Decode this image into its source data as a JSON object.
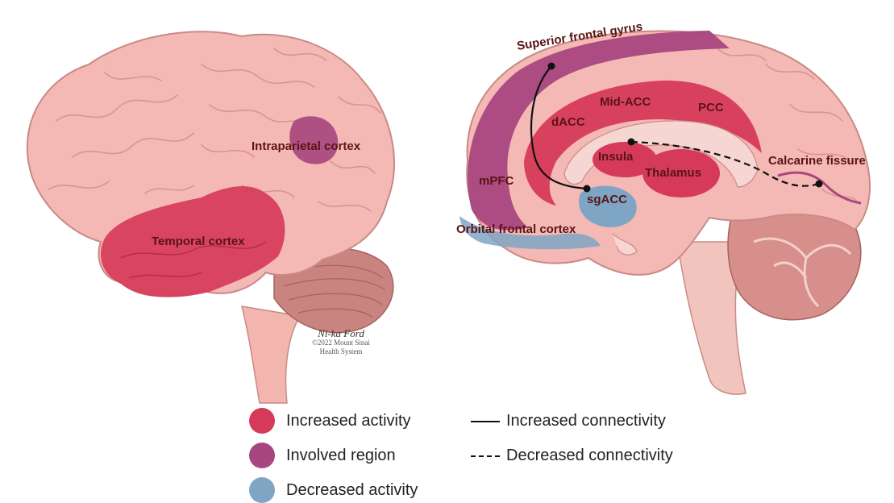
{
  "figure": {
    "left_labels": {
      "intraparietal": "Intraparietal cortex",
      "temporal": "Temporal cortex"
    },
    "right_labels": {
      "superior_frontal": "Superior frontal gyrus",
      "mid_acc": "Mid-ACC",
      "pcc": "PCC",
      "dacc": "dACC",
      "insula": "Insula",
      "thalamus": "Thalamus",
      "mpfc": "mPFC",
      "sgacc": "sgACC",
      "orbital_frontal": "Orbital frontal cortex",
      "calcarine": "Calcarine fissure"
    },
    "credit": {
      "signature": "Ni-ka Ford",
      "line1": "©2022 Mount Sinai",
      "line2": "Health System"
    }
  },
  "legend": {
    "increased_activity": "Increased activity",
    "involved_region": "Involved region",
    "decreased_activity": "Decreased activity",
    "increased_connectivity": "Increased connectivity",
    "decreased_connectivity": "Decreased connectivity"
  },
  "colors": {
    "increased_activity": "#d63a5a",
    "involved_region": "#a8467f",
    "decreased_activity": "#7fa5c4",
    "brain_pink": "#f4b9b4",
    "brain_outline": "#c98a86",
    "label_text": "#5a1414"
  }
}
